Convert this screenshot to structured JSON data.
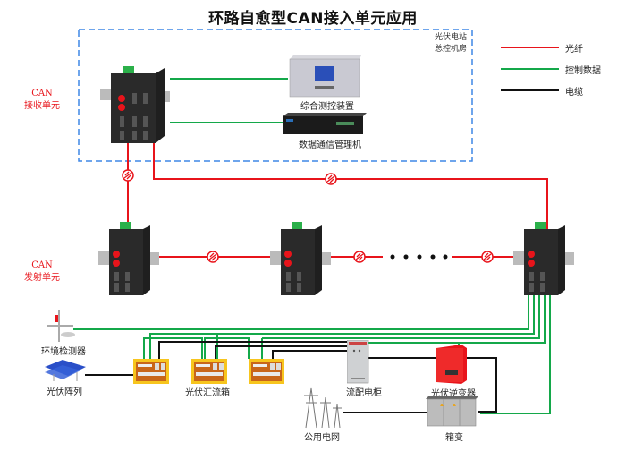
{
  "title": "环路自愈型CAN接入单元应用",
  "room": {
    "line1": "光伏电站",
    "line2": "总控机房"
  },
  "legend": [
    {
      "label": "光纤",
      "color": "#e8141b"
    },
    {
      "label": "控制数据",
      "color": "#14a84a"
    },
    {
      "label": "电缆",
      "color": "#111111"
    }
  ],
  "units": {
    "receive": {
      "line1": "CAN",
      "line2": "接收单元"
    },
    "transmit": {
      "line1": "CAN",
      "line2": "发射单元"
    }
  },
  "devices": {
    "monitor": "综合测控装置",
    "comm_manager": "数据通信管理机",
    "env_monitor": "环境检测器",
    "pv_array": "光伏阵列",
    "combiner_box": "光伏汇流箱",
    "distribution_cabinet": "流配电柜",
    "inverter": "光伏逆变器",
    "grid": "公用电网",
    "box_transformer": "箱变"
  },
  "colors": {
    "fiber": "#e8141b",
    "control": "#14a84a",
    "cable": "#111111",
    "room_border": "#3f87e6"
  }
}
